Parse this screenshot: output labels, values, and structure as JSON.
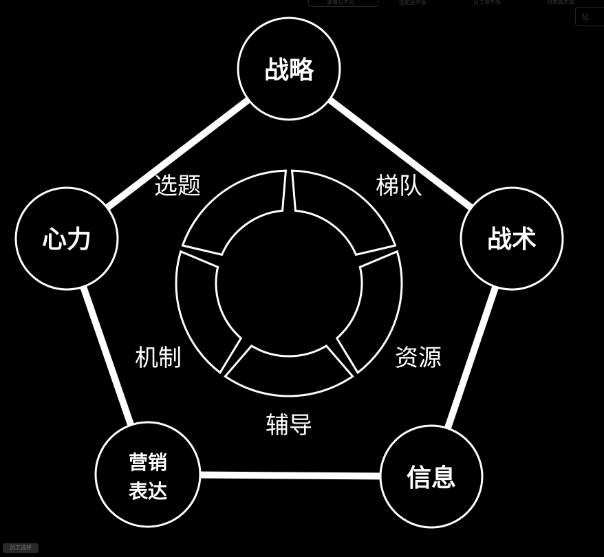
{
  "diagram": {
    "nodes": [
      {
        "id": "strategy",
        "label": "战略"
      },
      {
        "id": "tactics",
        "label": "战术"
      },
      {
        "id": "information",
        "label": "信息"
      },
      {
        "id": "marketing",
        "label_lines": [
          "营销",
          "表达"
        ]
      },
      {
        "id": "mind",
        "label": "心力"
      }
    ],
    "ring_segments": [
      {
        "label": "梯队"
      },
      {
        "label": "资源"
      },
      {
        "label": "辅导"
      },
      {
        "label": "机制"
      },
      {
        "label": "选题"
      }
    ],
    "colors": {
      "background": "#000000",
      "foreground": "#ffffff",
      "faint": "#333333"
    }
  },
  "background_labels": {
    "top": [
      "事情对不对",
      "技能会不会",
      "员工想不想",
      "效率高不高"
    ],
    "right": "化",
    "bottom_left_button": "员工选择"
  }
}
